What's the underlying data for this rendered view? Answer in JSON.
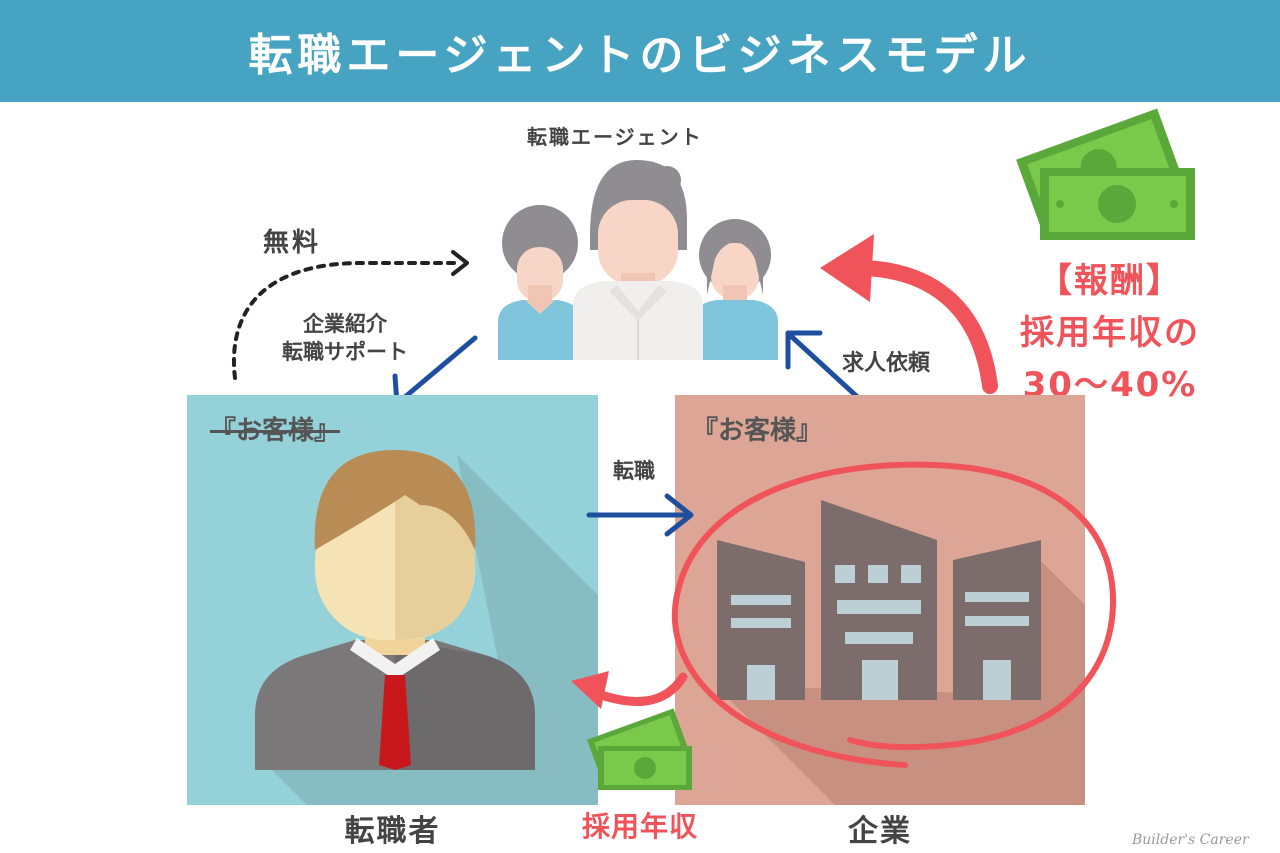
{
  "title": "転職エージェントのビジネスモデル",
  "agent": {
    "label": "転職エージェント"
  },
  "free_label": "無料",
  "support_label": {
    "line1": "企業紹介",
    "line2": "転職サポート"
  },
  "request_label": "求人依頼",
  "reward": {
    "line1": "【報酬】",
    "line2": "採用年収の",
    "line3": "30〜40%"
  },
  "left_panel": {
    "customer": "『お客様』",
    "caption": "転職者"
  },
  "right_panel": {
    "customer": "『お客様』",
    "caption": "企業"
  },
  "job_change_label": "転職",
  "salary_label": "採用年収",
  "watermark": "Builder's Career",
  "colors": {
    "header": "#46a3c2",
    "left_panel": "#95d1d9",
    "right_panel": "#dda595",
    "accent_red": "#f0545a",
    "arrow_blue": "#1d4f9e",
    "money_green": "#7bc94a"
  }
}
